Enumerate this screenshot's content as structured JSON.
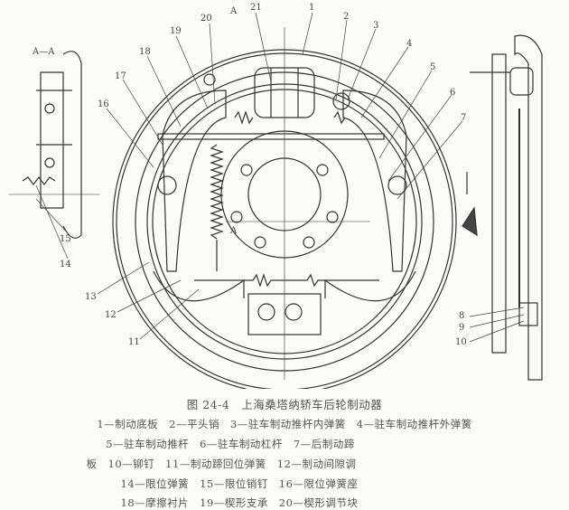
{
  "figure": {
    "section_label": "A—A",
    "section_marker": "A",
    "part_numbers": [
      "1",
      "2",
      "3",
      "4",
      "5",
      "6",
      "7",
      "8",
      "9",
      "10",
      "11",
      "12",
      "13",
      "14",
      "15",
      "16",
      "17",
      "18",
      "19",
      "20",
      "21"
    ]
  },
  "caption": {
    "title": "图 24-4　上海桑塔纳轿车后轮制动器",
    "lines": [
      "1—制动底板　2—平头销　3—驻车制动推杆内弹簧　4—驻车制动推杆外弹簧",
      "5—驻车制动推杆　6—驻车制动杠杆　7—后制动蹄",
      "板　10—铆钉　11—制动蹄回位弹簧　12—制动间隙调",
      "14—限位弹簧　15—限位销钉　16—限位弹簧座",
      "18—摩擦衬片　19—楔形支承　20—楔形调节块"
    ]
  },
  "colors": {
    "line": "#333333",
    "background": "#fbfbf9"
  }
}
